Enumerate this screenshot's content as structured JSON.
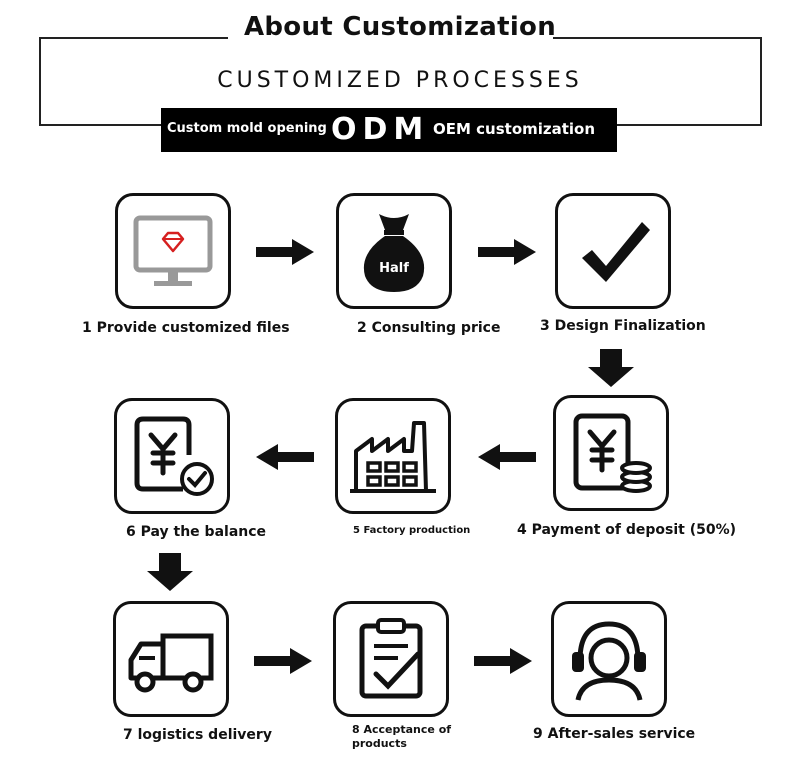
{
  "header": {
    "title": "About Customization",
    "subtitle": "CUSTOMIZED PROCESSES",
    "band": {
      "left": "Custom mold opening",
      "middle": "ODM",
      "right": "OEM customization"
    }
  },
  "bag_text": "Half",
  "steps": [
    {
      "label": "1 Provide customized files",
      "icon": "monitor-diamond-icon"
    },
    {
      "label": "2 Consulting price",
      "icon": "money-bag-icon"
    },
    {
      "label": "3 Design Finalization",
      "icon": "checkmark-icon"
    },
    {
      "label": "4 Payment of deposit (50%)",
      "icon": "yuan-coins-icon"
    },
    {
      "label": "5 Factory production",
      "icon": "factory-icon"
    },
    {
      "label": "6 Pay the balance",
      "icon": "yuan-check-icon"
    },
    {
      "label": "7 logistics delivery",
      "icon": "truck-icon"
    },
    {
      "label": "8 Acceptance of products",
      "icon": "clipboard-check-icon"
    },
    {
      "label": "9 After-sales service",
      "icon": "headset-agent-icon"
    }
  ]
}
